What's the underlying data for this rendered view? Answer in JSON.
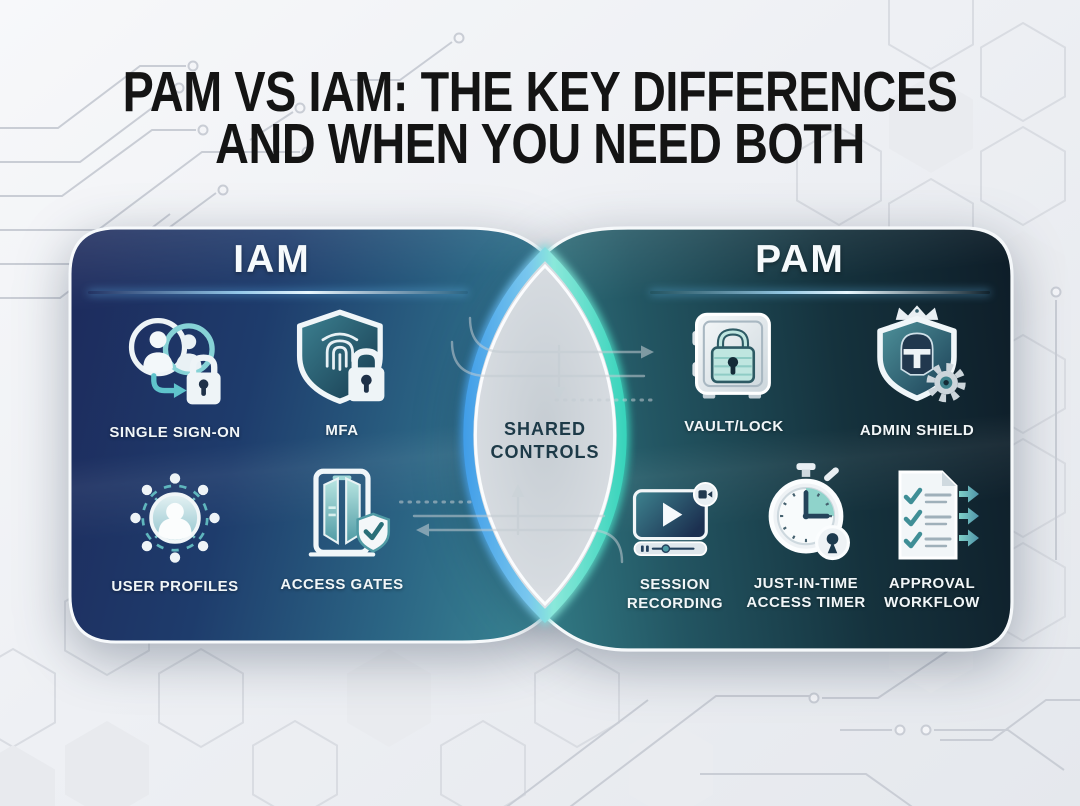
{
  "title": {
    "line1": "PAM VS IAM: THE KEY DIFFERENCES",
    "line2": "AND WHEN YOU NEED BOTH"
  },
  "iam_panel": {
    "heading": "IAM",
    "items": [
      {
        "id": "single-sign-on",
        "label": "SINGLE SIGN-ON",
        "icon": "users-link-lock-icon"
      },
      {
        "id": "mfa",
        "label": "MFA",
        "icon": "shield-fingerprint-lock-icon"
      },
      {
        "id": "user-profiles",
        "label": "USER PROFILES",
        "icon": "user-network-icon"
      },
      {
        "id": "access-gates",
        "label": "ACCESS GATES",
        "icon": "gates-shield-check-icon"
      }
    ]
  },
  "pam_panel": {
    "heading": "PAM",
    "items": [
      {
        "id": "vault-lock",
        "label": "VAULT/LOCK",
        "icon": "safe-padlock-icon"
      },
      {
        "id": "admin-shield",
        "label": "ADMIN SHIELD",
        "icon": "shield-helmet-gear-icon"
      },
      {
        "id": "session-recording",
        "label": "SESSION RECORDING",
        "icon": "video-player-camera-icon"
      },
      {
        "id": "jit-access-timer",
        "label": "JUST-IN-TIME ACCESS TIMER",
        "icon": "stopwatch-keyhole-icon"
      },
      {
        "id": "approval-workflow",
        "label": "APPROVAL WORKFLOW",
        "icon": "checklist-arrows-icon"
      }
    ]
  },
  "overlap": {
    "label": "SHARED CONTROLS"
  },
  "colors": {
    "title_text": "#141414",
    "iam_panel_dark": "#1d2a5c",
    "iam_panel_teal": "#3a8794",
    "pam_panel_teal": "#35828c",
    "pam_panel_dark": "#0e1d28",
    "lens_fill": "#cdd3d9",
    "lens_border_blue": "#4aa3e8",
    "lens_border_teal": "#3ed3bd",
    "label_text": "#f1f6f8",
    "lens_text": "#1d3a48",
    "accent_teal": "#5fc4cc",
    "decor_line": "#c9cdd5"
  }
}
